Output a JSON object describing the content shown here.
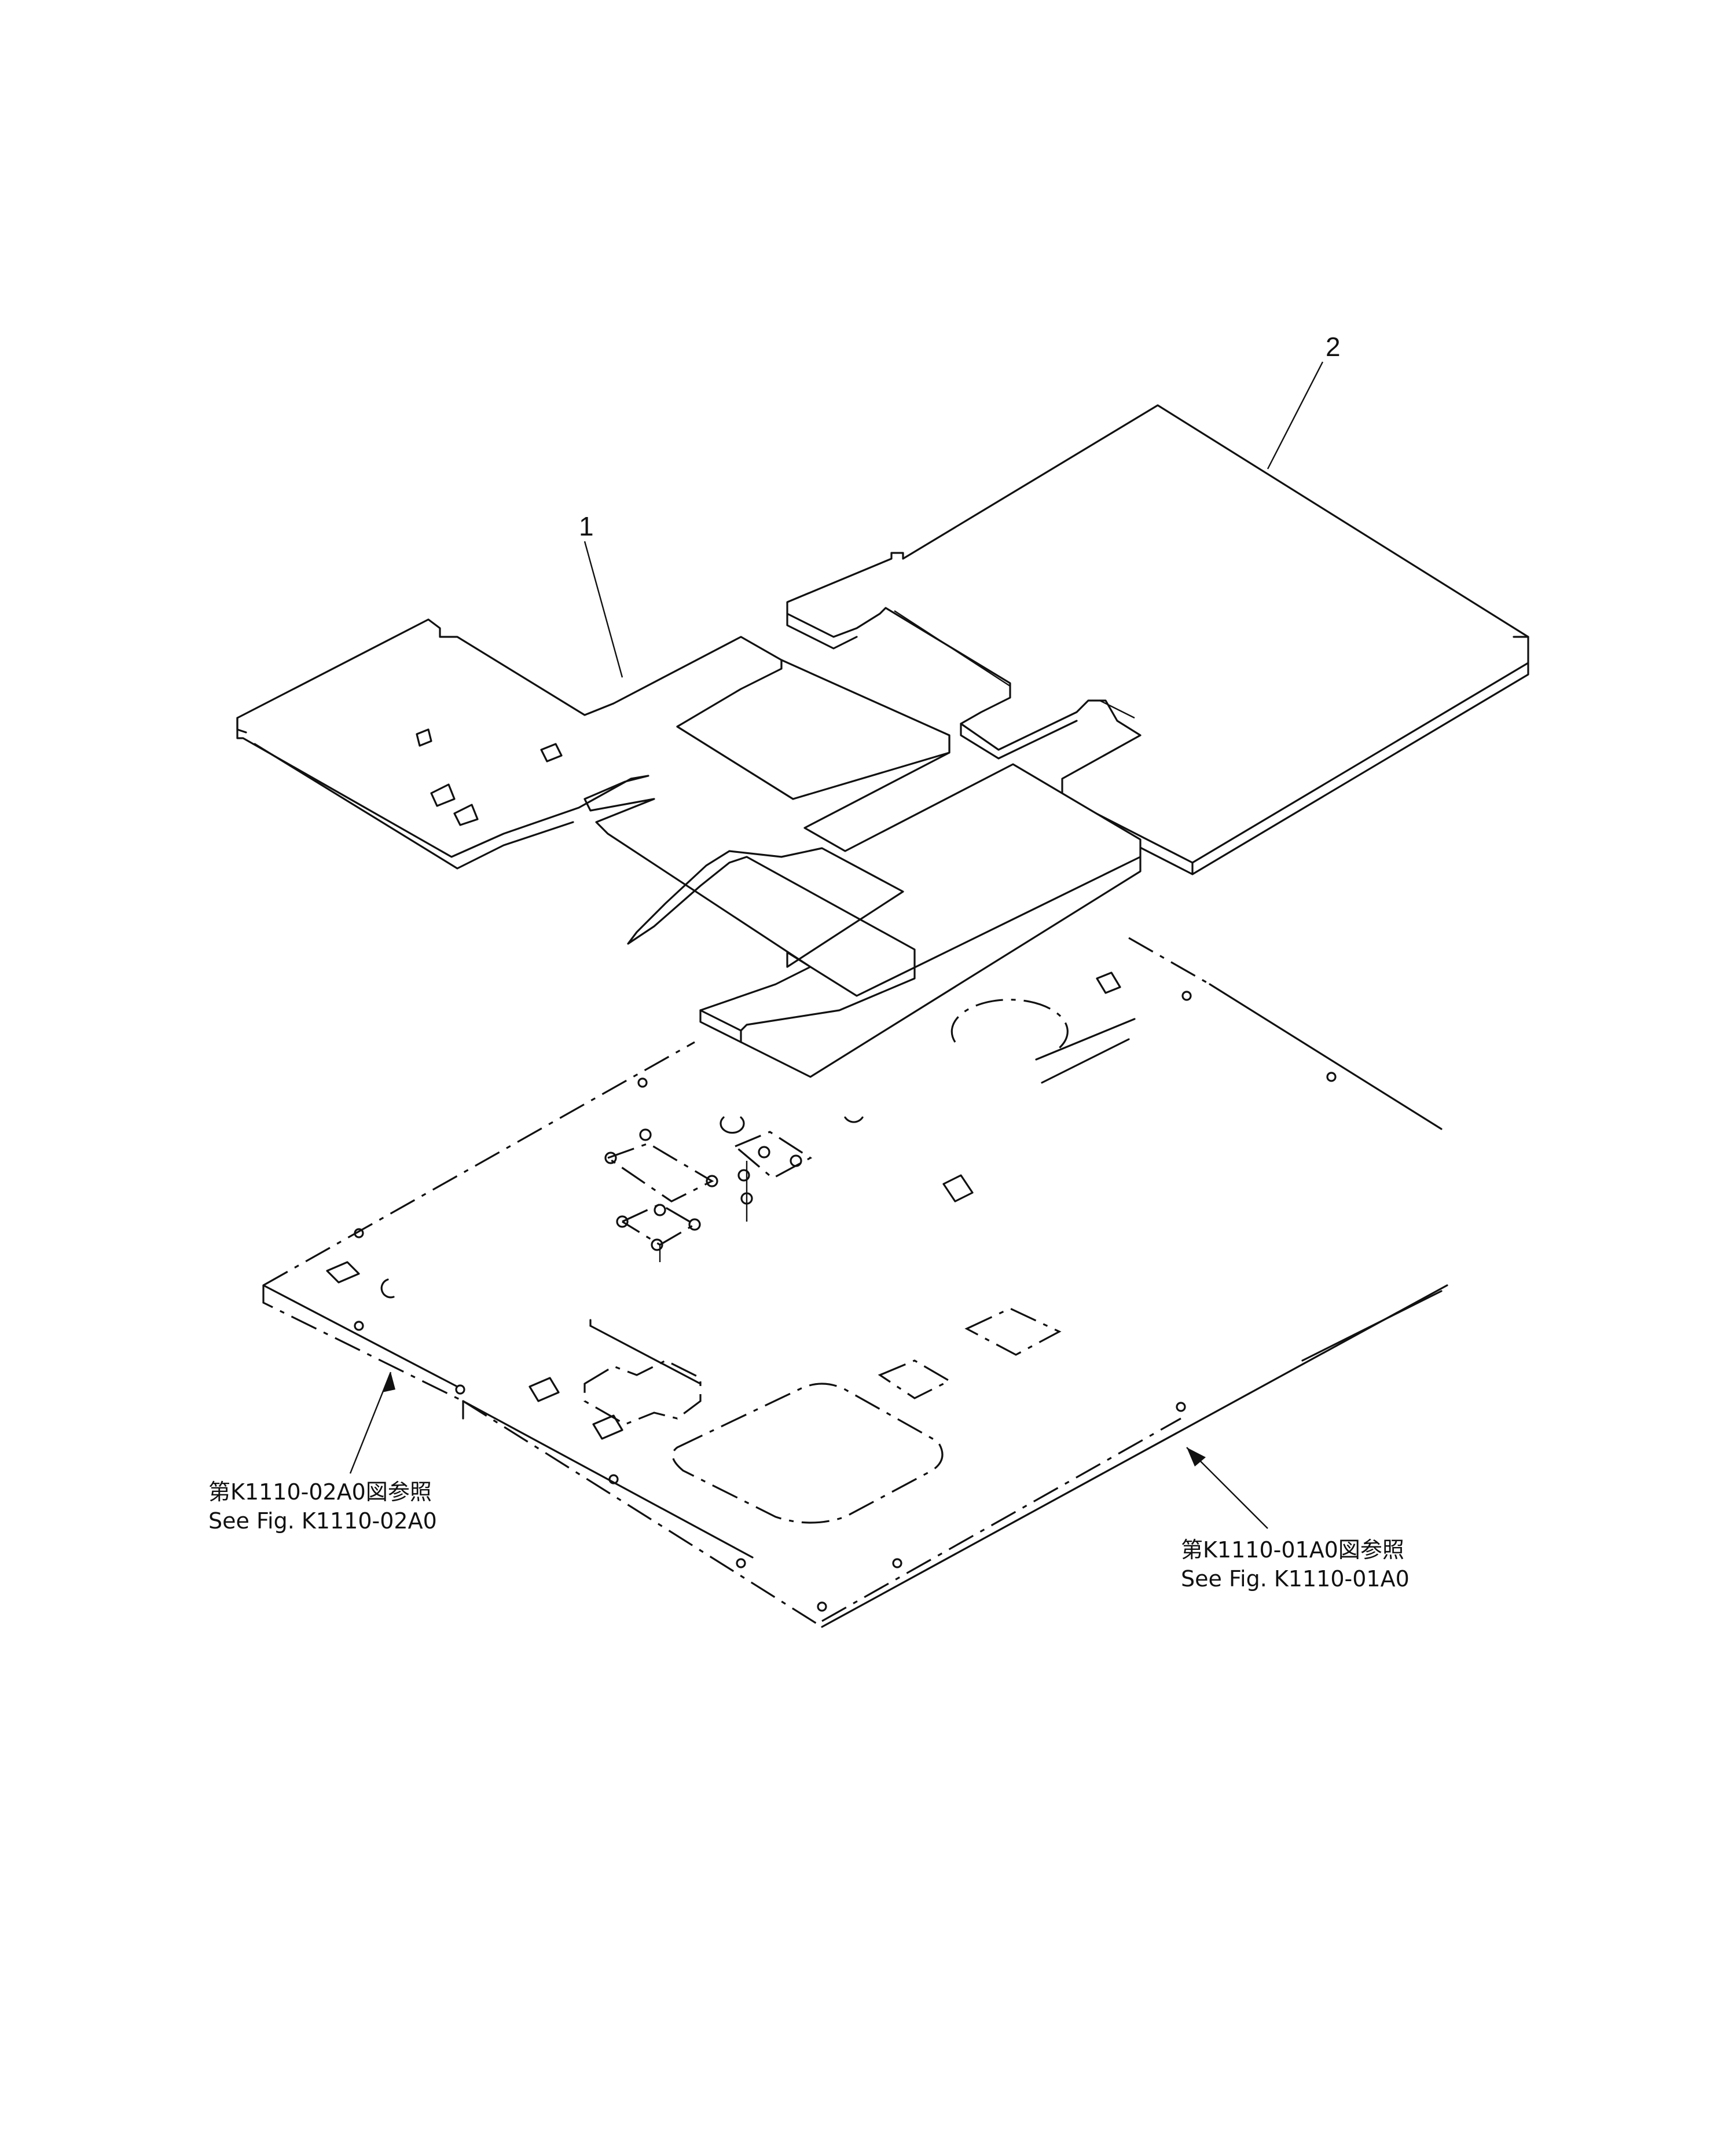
{
  "callouts": {
    "part_1": "1",
    "part_2": "2"
  },
  "references": {
    "left": {
      "jp": "第K1110-02A0図参照",
      "en": "See Fig. K1110-02A0"
    },
    "right": {
      "jp": "第K1110-01A0図参照",
      "en": "See Fig. K1110-01A0"
    }
  },
  "colors": {
    "ink": "#111111",
    "paper": "#ffffff"
  }
}
